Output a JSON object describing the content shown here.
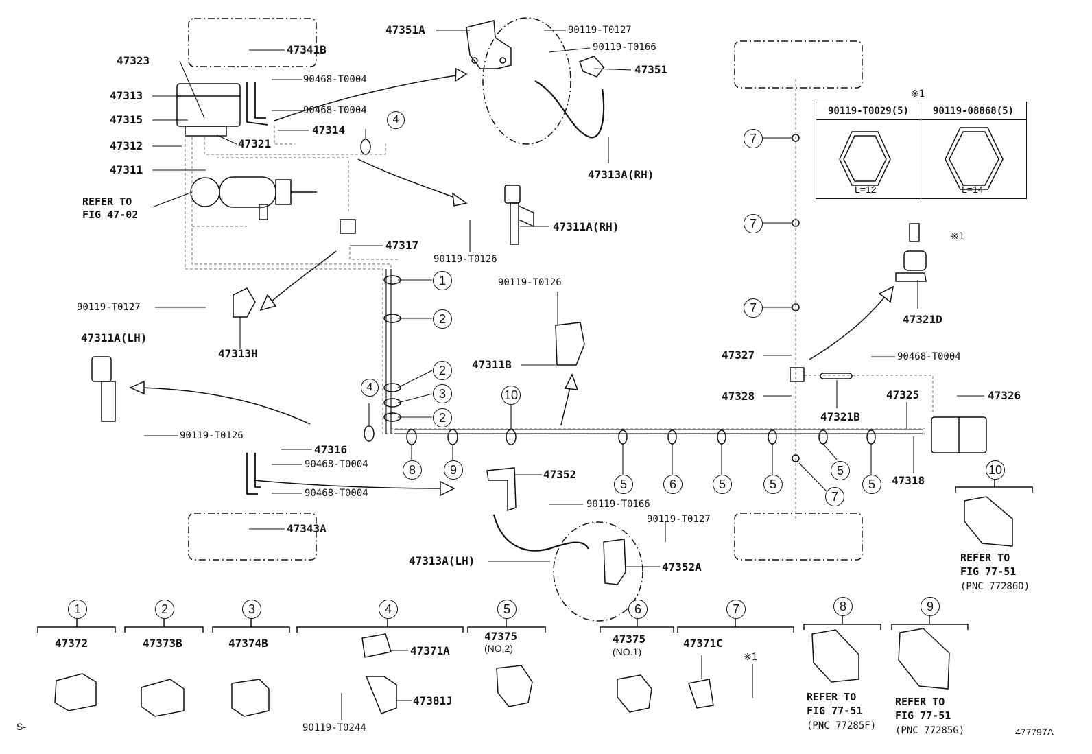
{
  "diagram": {
    "corner_left": "S-",
    "figure_id": "477797A",
    "note_mark": "※1",
    "labels": {
      "p47323": "47323",
      "p47313": "47313",
      "p47315": "47315",
      "p47312": "47312",
      "p47311": "47311",
      "refer_fig_line1": "REFER TO",
      "refer_fig_line2": "FIG 47-02",
      "p47341B": "47341B",
      "p90468_T0004_a": "90468-T0004",
      "p90468_T0004_b": "90468-T0004",
      "p47314": "47314",
      "p47321": "47321",
      "p47351A": "47351A",
      "p90119_T0127_top": "90119-T0127",
      "p90119_T0166_top": "90119-T0166",
      "p47351": "47351",
      "p47313A_RH": "47313A(RH)",
      "p47311A_RH": "47311A(RH)",
      "p90119_T0126_mid": "90119-T0126",
      "p47317": "47317",
      "p90119_T0127_left": "90119-T0127",
      "p47313H": "47313H",
      "p47311A_LH": "47311A(LH)",
      "p90119_T0126_left": "90119-T0126",
      "p90119_T0126_clip": "90119-T0126",
      "p47311B": "47311B",
      "p47316": "47316",
      "p90468_T0004_c": "90468-T0004",
      "p90468_T0004_d": "90468-T0004",
      "p47343A": "47343A",
      "p47352": "47352",
      "p90119_T0166_bot": "90119-T0166",
      "p90119_T0127_bot": "90119-T0127",
      "p47313A_LH": "47313A(LH)",
      "p47352A": "47352A",
      "p47327": "47327",
      "p47328": "47328",
      "p47321B": "47321B",
      "p90468_T0004_e": "90468-T0004",
      "p47325": "47325",
      "p47326": "47326",
      "p47318": "47318",
      "p47321D": "47321D",
      "note_bolt": "※1"
    },
    "bolt_table": {
      "col1_header": "90119-T0029(5)",
      "col2_header": "90119-08868(5)",
      "col1_dim": "L=12",
      "col2_dim": "L=14"
    },
    "callouts": {
      "c1": "1",
      "c2a": "2",
      "c2b": "2",
      "c3": "3",
      "c2c": "2",
      "c4a": "4",
      "c4b": "4",
      "c7a": "7",
      "c7b": "7",
      "c7c": "7",
      "c7d": "7",
      "c8": "8",
      "c9": "9",
      "c10a": "10",
      "c5a": "5",
      "c6": "6",
      "c5b": "5",
      "c5c": "5",
      "c5d": "5",
      "c5e": "5",
      "c10b": "10"
    },
    "legend": [
      {
        "num": "1",
        "part": "47372",
        "sub": ""
      },
      {
        "num": "2",
        "part": "47373B",
        "sub": ""
      },
      {
        "num": "3",
        "part": "47374B",
        "sub": ""
      },
      {
        "num": "4",
        "part": "47371A",
        "part2": "47381J",
        "bolt": "90119-T0244"
      },
      {
        "num": "5",
        "part": "47375",
        "sub": "(NO.2)"
      },
      {
        "num": "6",
        "part": "47375",
        "sub": "(NO.1)"
      },
      {
        "num": "7",
        "part": "47371C",
        "note": "※1"
      },
      {
        "num": "8",
        "ref1": "REFER TO",
        "ref2": "FIG 77-51",
        "ref3": "(PNC 77285F)"
      },
      {
        "num": "9",
        "ref1": "REFER TO",
        "ref2": "FIG 77-51",
        "ref3": "(PNC 77285G)"
      },
      {
        "num": "10",
        "ref1": "REFER TO",
        "ref2": "FIG 77-51",
        "ref3": "(PNC 77286D)"
      }
    ]
  }
}
